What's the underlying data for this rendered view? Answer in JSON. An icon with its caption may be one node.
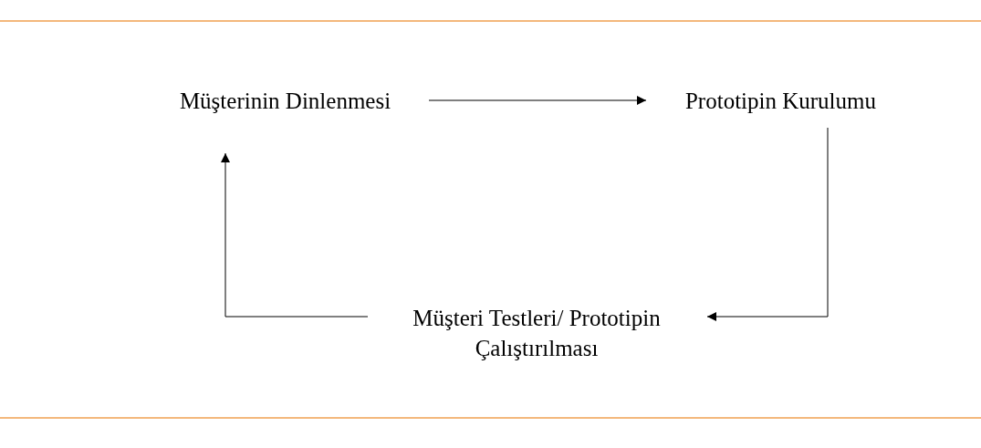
{
  "diagram": {
    "nodes": [
      {
        "text": [
          "Müşterinin Dinlenmesi"
        ]
      },
      {
        "text": [
          "Prototipin Kurulumu"
        ]
      },
      {
        "text": [
          "Müşteri Testleri/ Prototipin Çalıştırılması"
        ]
      }
    ],
    "edges": [
      {
        "from": 0,
        "to": 1,
        "arrow": "to"
      },
      {
        "from": 1,
        "to": 2,
        "arrow": "to"
      },
      {
        "from": 2,
        "to": 0,
        "arrow": "to"
      }
    ]
  }
}
